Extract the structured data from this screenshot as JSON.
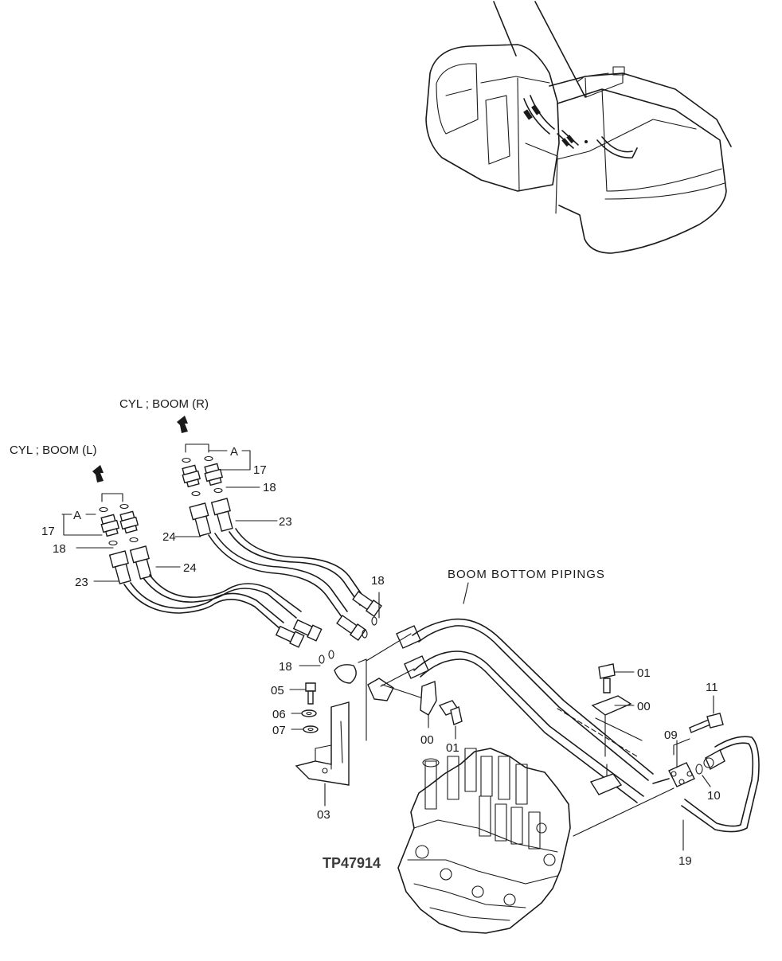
{
  "labels": {
    "cyl_boom_r": "CYL ; BOOM  (R)",
    "cyl_boom_l": "CYL ; BOOM  (L)",
    "boom_bottom_pipings": "BOOM  BOTTOM  PIPINGS",
    "figure_code": "TP47914",
    "detail_a": "A"
  },
  "callouts": {
    "p17_right": "17",
    "p18_right": "18",
    "p23_right": "23",
    "p24_right": "24",
    "p17_left": "17",
    "p18_left": "18",
    "p24_left": "24",
    "p23_left": "23",
    "p18_mid_top": "18",
    "p18_mid_left": "18",
    "p05": "05",
    "p06": "06",
    "p07": "07",
    "p03": "03",
    "p00_mid": "00",
    "p01_mid": "01",
    "p01_right": "01",
    "p00_right": "00",
    "p11": "11",
    "p09": "09",
    "p10": "10",
    "p19": "19"
  },
  "colors": {
    "ink": "#1a1a1a",
    "paper": "#ffffff"
  }
}
